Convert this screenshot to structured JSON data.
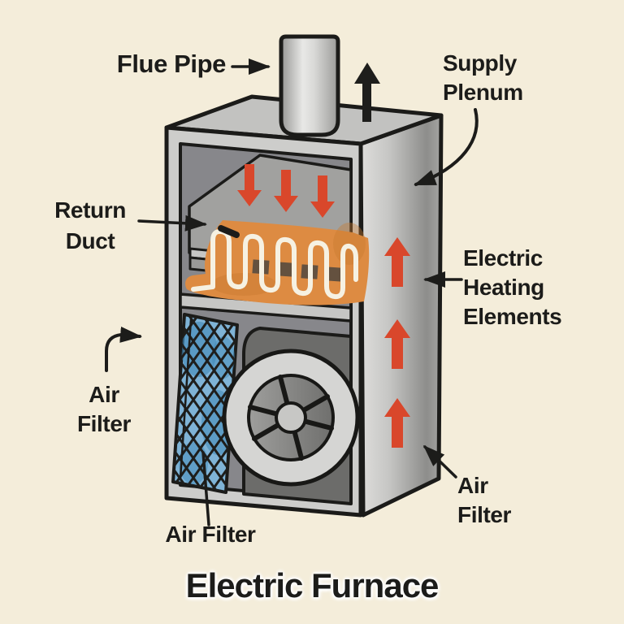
{
  "title": "Electric Furnace",
  "labels": {
    "flue_pipe": "Flue Pipe",
    "supply_plenum": "Supply\nPlenum",
    "return_duct": "Return\nDuct",
    "electric_heating_elements": "Electric\nHeating\nElements",
    "air_filter_left": "Air\nFilter",
    "air_filter_bottom": "Air Filter",
    "air_filter_right": "Air\nFilter"
  },
  "flow_indicators": {
    "return_air_arrows": {
      "count": 3,
      "direction": "down",
      "color": "#d9472b"
    },
    "supply_air_arrows": {
      "count": 3,
      "direction": "up",
      "color": "#d9472b"
    },
    "flue_exhaust_arrow": {
      "count": 1,
      "direction": "up",
      "color": "#1e1e1c"
    }
  },
  "colors": {
    "background": "#f4edda",
    "cabinet_gray": "#cdcdcb",
    "interior_gray": "#87878b",
    "heating_element_orange": "#dd8b42",
    "coil_white": "#f6f1e2",
    "air_filter_blue": "#7fb3d6",
    "air_filter_blue_dark": "#4189b8",
    "arrow_red": "#d9472b",
    "outline_black": "#1b1b19",
    "text_black": "#1c1c1a"
  }
}
